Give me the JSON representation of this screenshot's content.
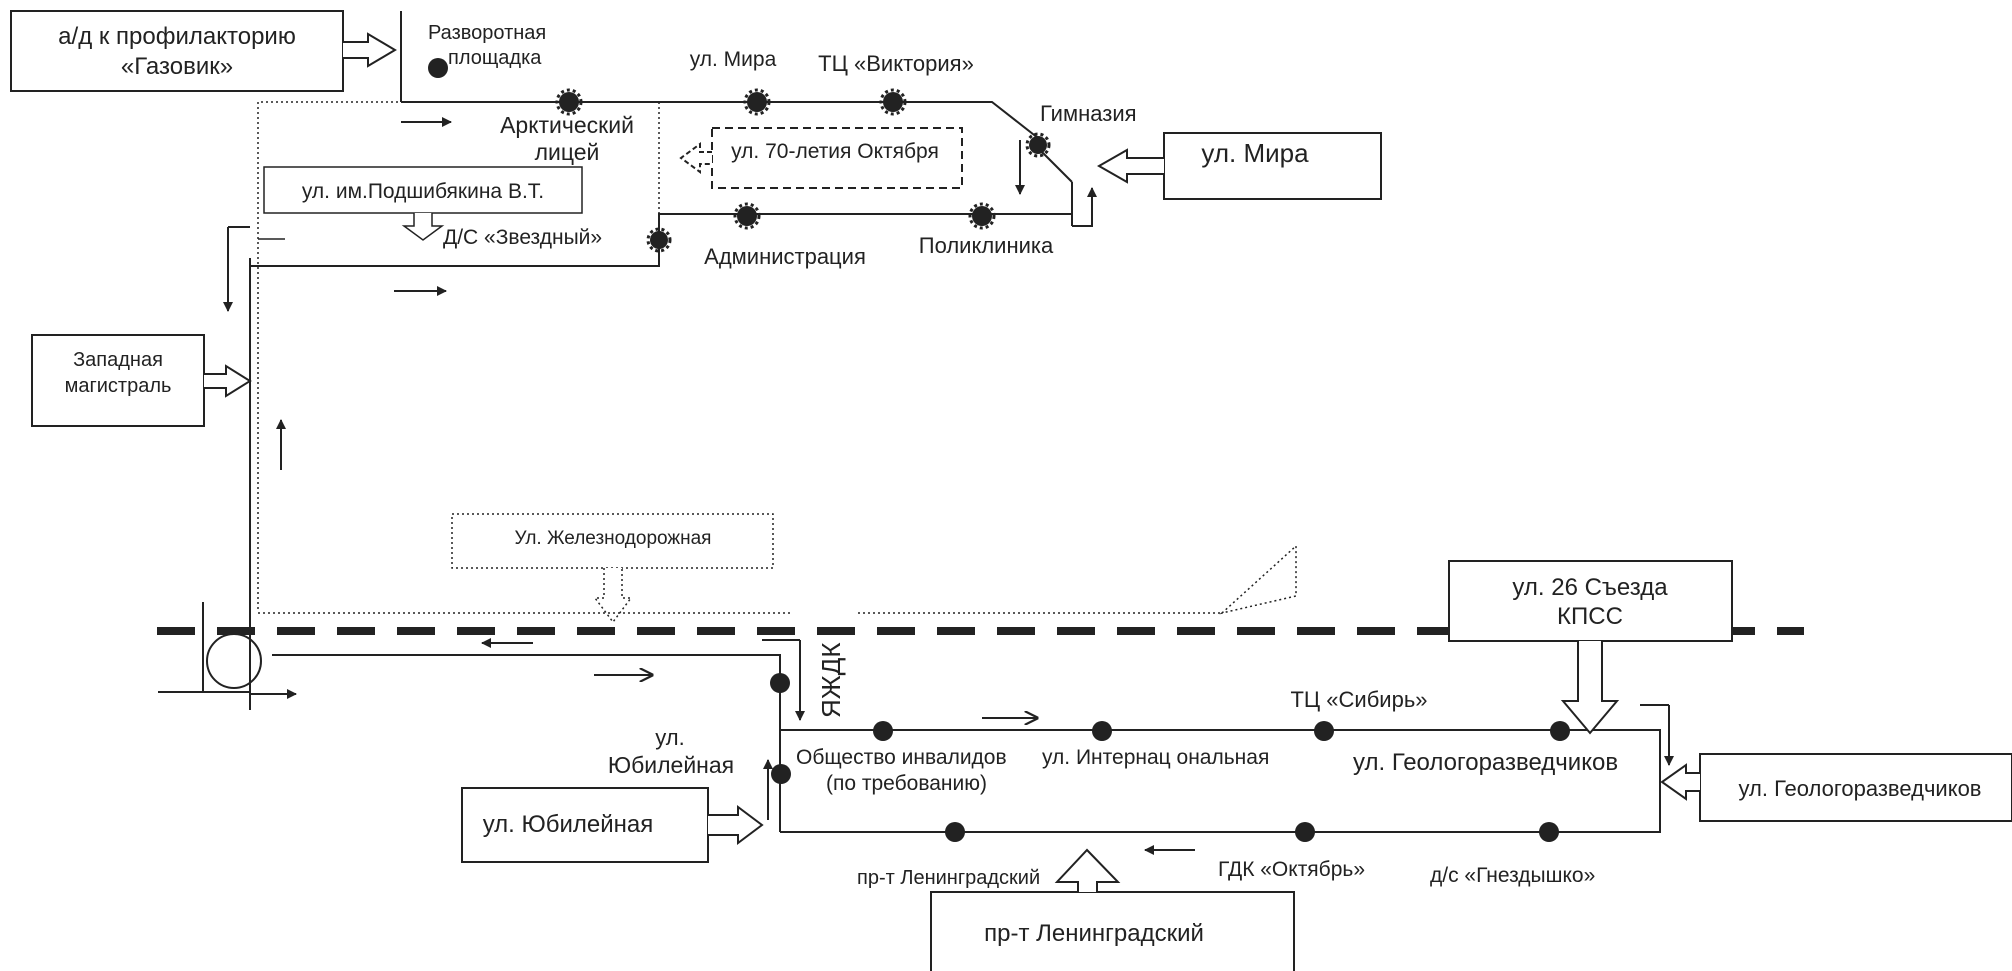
{
  "boxes": {
    "gazovik": [
      "а/д к профилакторию",
      "«Газовик»"
    ],
    "mira_right": "ул. Мира",
    "podshibyakina": "ул. им.Подшибякина В.Т.",
    "oktyabrya70": "ул. 70-летия Октября",
    "zapadnaya": [
      "Западная",
      "магистраль"
    ],
    "zheleznodorozhnaya": "Ул. Железнодорожная",
    "kpss": [
      "ул. 26 Съезда",
      "КПСС"
    ],
    "geologorazvedchikov_right": "ул. Геологоразведчиков",
    "yubileynaya_box": "ул. Юбилейная",
    "leningradskiy_box": "пр-т Ленинградский"
  },
  "labels": {
    "razvorotnaya": [
      "Разворотная",
      "площадка"
    ],
    "mira_stop": "ул. Мира",
    "viktoriya": "ТЦ «Виктория»",
    "gimnaziya": "Гимназия",
    "arkt_licey": [
      "Арктический",
      "лицей"
    ],
    "zvezdny": "Д/С «Звездный»",
    "administraciya": "Администрация",
    "poliklinika": "Поликлиника",
    "yazhdk": "ЯЖДК",
    "yubileynaya_street": [
      "ул.",
      "Юбилейная"
    ],
    "obshchestvo": [
      "Общество инвалидов",
      "(по требованию)"
    ],
    "internacionalnaya": "ул. Интернац ональная",
    "tc_sibir": "ТЦ «Сибирь»",
    "geologorazvedchikov_street": "ул. Геологоразведчиков",
    "leningradskiy_stop": "пр-т Ленинградский",
    "gdk": "ГДК «Октябрь»",
    "gnezdyshko": "д/с «Гнездышко»"
  },
  "colors": {
    "ink": "#222222",
    "background": "#ffffff"
  },
  "icons": {
    "stop_marker": "filled-circle",
    "terminal_stop": "gear-circle",
    "direction": "arrow"
  }
}
